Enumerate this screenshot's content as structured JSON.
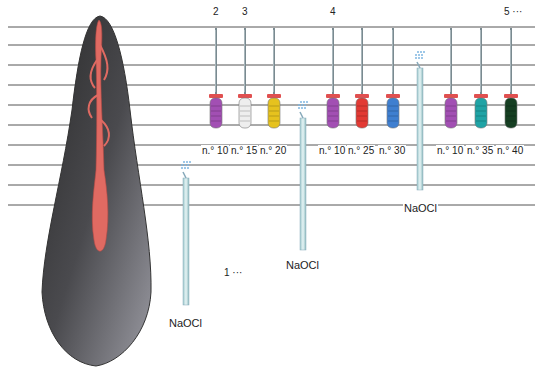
{
  "diagram": {
    "labels": [
      "2",
      "3",
      "4",
      "5 ···",
      "n.° 10",
      "n.° 15",
      "n.° 20",
      "n.° 10",
      "n.° 25",
      "n.° 30",
      "n.° 10",
      "n.° 35",
      "n.° 40",
      "NaOCl",
      "1 ···",
      "NaOCl",
      "NaOCl"
    ]
  }
}
